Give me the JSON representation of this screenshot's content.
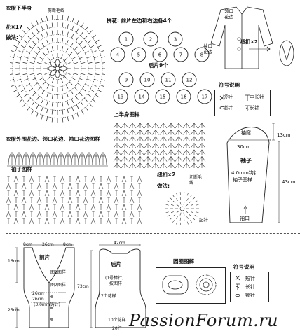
{
  "lower_body": {
    "title": "衣服下半身",
    "subtitle": "花×17",
    "method": "做法:",
    "cut_label": "剪断毛线"
  },
  "joining": {
    "title": "拼花: 前片左边和右边各4个",
    "top_numbers": [
      "1",
      "2",
      "3",
      "4",
      "5",
      "6",
      "7",
      "8"
    ],
    "back_title": "后片9个",
    "back_numbers": [
      "9",
      "10",
      "11",
      "12",
      "13",
      "14",
      "15",
      "16",
      "17"
    ]
  },
  "mini_jacket": {
    "left_label": "领口",
    "left_label2": "花边",
    "hem_label": "袖口",
    "hem_label2": "花边",
    "button_label": "纽扣×2"
  },
  "legend_top": {
    "title": "符号说明",
    "items": [
      "短针",
      "中长针",
      "锁针",
      "长针"
    ]
  },
  "upper_body": {
    "title": "上半身图样"
  },
  "trim_title": "衣服外围花边、领口花边、袖口花边图样",
  "sleeve_pattern": {
    "title": "袖子图样"
  },
  "button": {
    "title": "纽扣×2",
    "method": "做法:",
    "cut_label": "切断毛线",
    "start_label": "起针"
  },
  "sleeve_diagram": {
    "cap": "袖窿",
    "cap_cm": "13cm",
    "width_cm": "30cm",
    "title": "袖子",
    "needle": "4.0mm钩针",
    "pattern_ref": "袖子图样",
    "length_cm": "43cm",
    "cuff": "袖口"
  },
  "front_diagram": {
    "title": "前片",
    "m1": "8cm",
    "m2": "26cm",
    "m3": "8cm",
    "side_top": "16cm",
    "pattern1": "图1图样",
    "pattern2": "图2图样",
    "w1": "26cm",
    "w2": "26cm",
    "needle": "(3.0mm钩针)",
    "bottom": "25cm"
  },
  "back_diagram": {
    "top": "42cm",
    "title": "后片",
    "needle": "(1号棒针)",
    "pattern": "按图样",
    "side": "73cm",
    "stitches": "17个花样",
    "bottom": "10个花样",
    "rows": "20行"
  },
  "circle_diagram": {
    "title": "圆圈图解"
  },
  "legend_bottom": {
    "title": "符号说明",
    "items": [
      "短针",
      "长针",
      "锁针"
    ]
  },
  "watermark": "PassionForum.ru"
}
